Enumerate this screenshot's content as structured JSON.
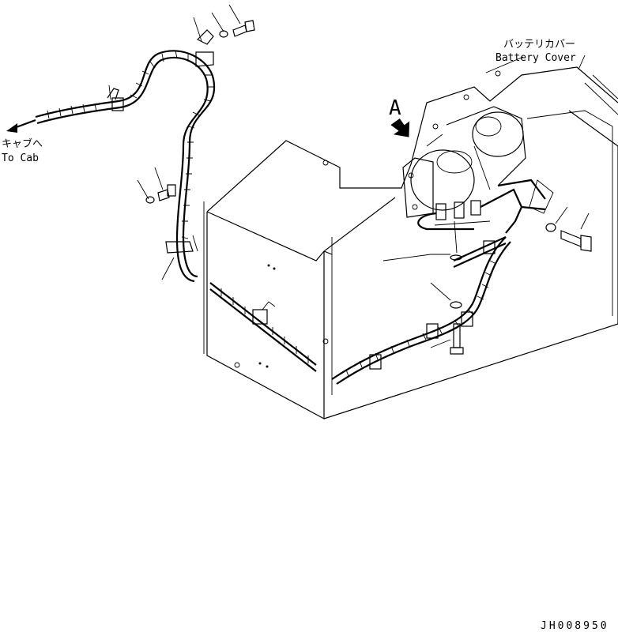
{
  "labels": {
    "battery_cover_jp": "バッテリカバー",
    "battery_cover_en": "Battery Cover",
    "to_cab_jp": "キャブへ",
    "to_cab_en": "To Cab",
    "view_marker": "A",
    "drawing_id": "JH008950"
  },
  "icons": [
    "arrow-left-icon",
    "view-arrow-icon",
    "bolt-icon",
    "washer-icon",
    "clamp-icon"
  ]
}
